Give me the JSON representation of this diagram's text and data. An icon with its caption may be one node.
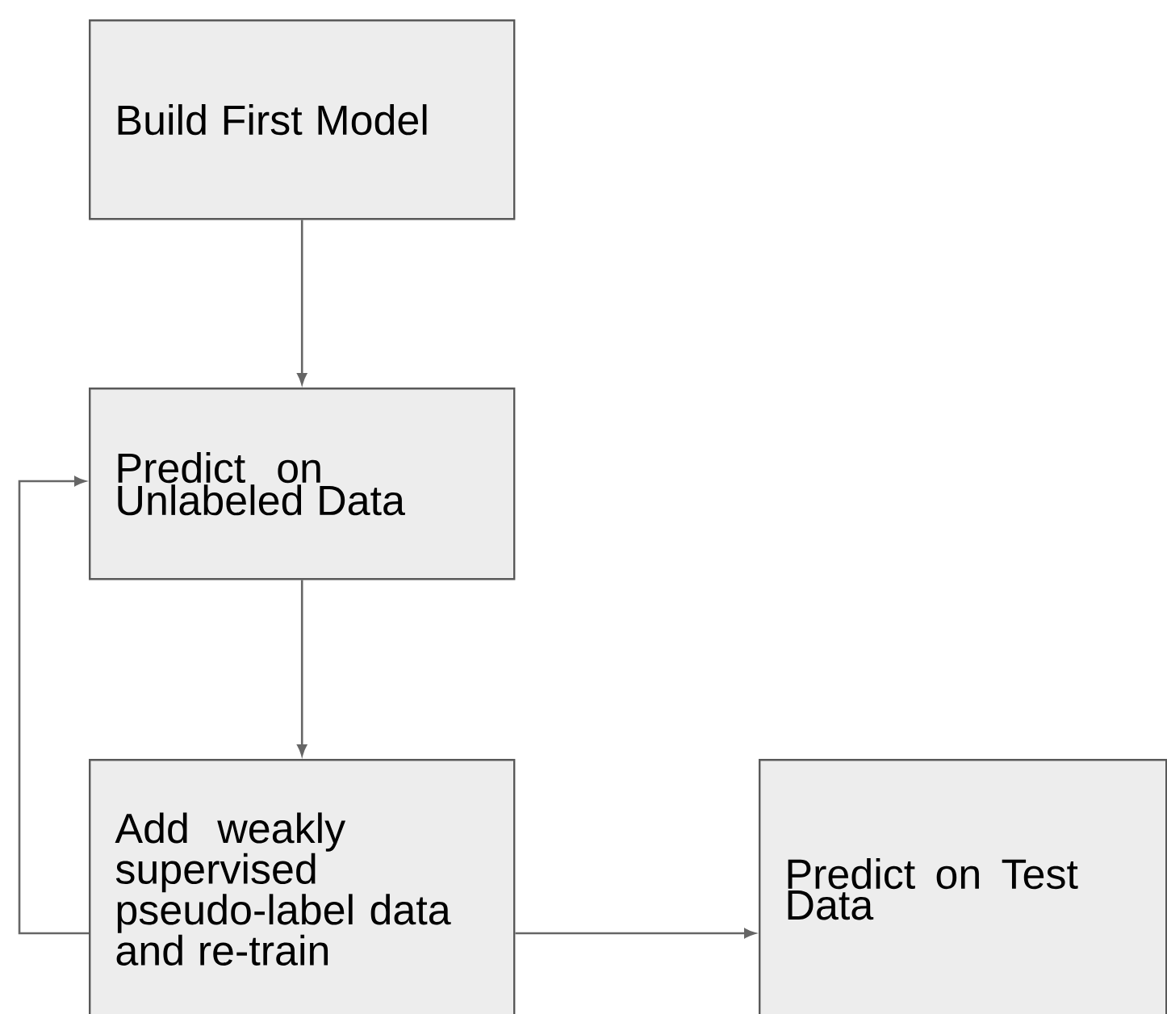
{
  "diagram": {
    "nodes": [
      {
        "text": [
          "Build First Model"
        ]
      },
      {
        "text": [
          "Predict on Unlabeled Data"
        ]
      },
      {
        "text": [
          "Add weakly supervised pseudo-label data and re-train"
        ]
      },
      {
        "text": [
          "Predict on Test Data"
        ]
      }
    ],
    "edges": [
      {
        "from": 0,
        "to": 1,
        "arrow": "to"
      },
      {
        "from": 1,
        "to": 2,
        "arrow": "to"
      },
      {
        "from": 2,
        "to": 1,
        "arrow": "to"
      },
      {
        "from": 2,
        "to": 3,
        "arrow": "to"
      }
    ]
  }
}
